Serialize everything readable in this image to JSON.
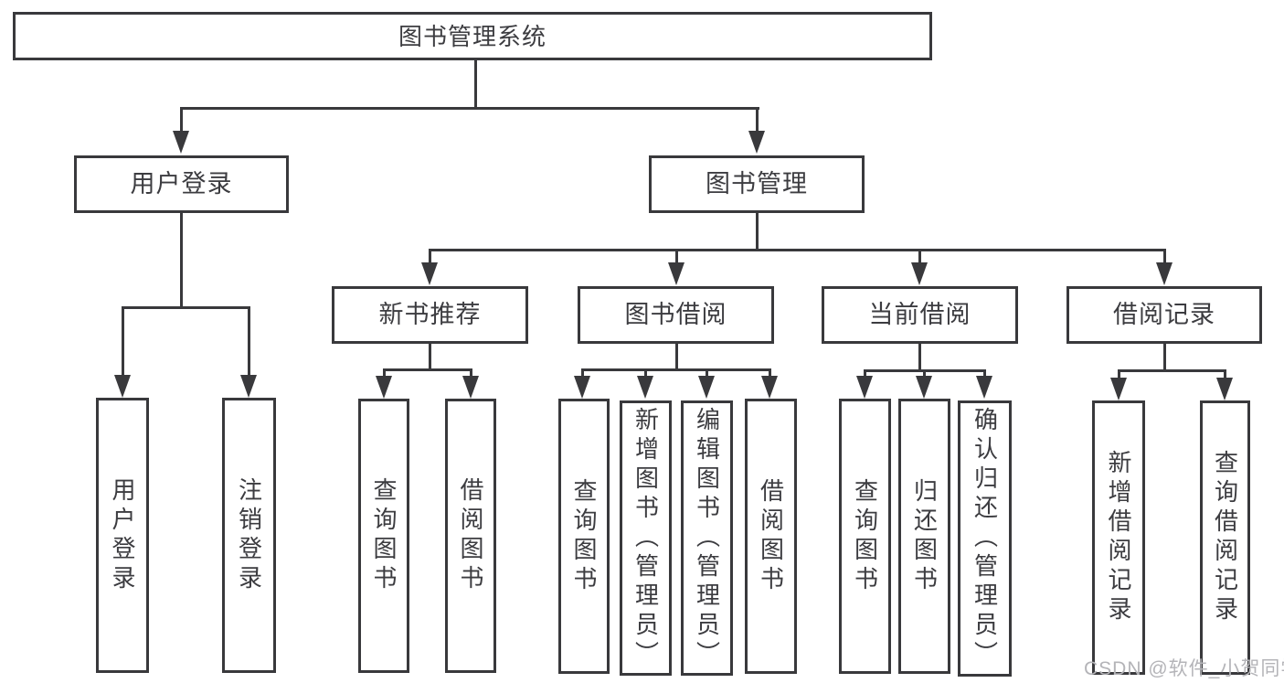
{
  "tree": {
    "label": "图书管理系统",
    "children": [
      {
        "label": "用户登录",
        "children": [
          {
            "label": "用户登录"
          },
          {
            "label": "注销登录"
          }
        ]
      },
      {
        "label": "图书管理",
        "children": [
          {
            "label": "新书推荐",
            "children": [
              {
                "label": "查询图书"
              },
              {
                "label": "借阅图书"
              }
            ]
          },
          {
            "label": "图书借阅",
            "children": [
              {
                "label": "查询图书"
              },
              {
                "label": "新增图书（管理员）"
              },
              {
                "label": "编辑图书（管理员）"
              },
              {
                "label": "借阅图书"
              }
            ]
          },
          {
            "label": "当前借阅",
            "children": [
              {
                "label": "查询图书"
              },
              {
                "label": "归还图书"
              },
              {
                "label": "确认归还（管理员）"
              }
            ]
          },
          {
            "label": "借阅记录",
            "children": [
              {
                "label": "新增借阅记录"
              },
              {
                "label": "查询借阅记录"
              }
            ]
          }
        ]
      }
    ]
  },
  "watermark": {
    "text": "CSDN @软件_小贺同学",
    "color": "#b4b4b8"
  },
  "colors": {
    "line": "#39393c",
    "text": "#3c3c40",
    "background": "#ffffff"
  }
}
